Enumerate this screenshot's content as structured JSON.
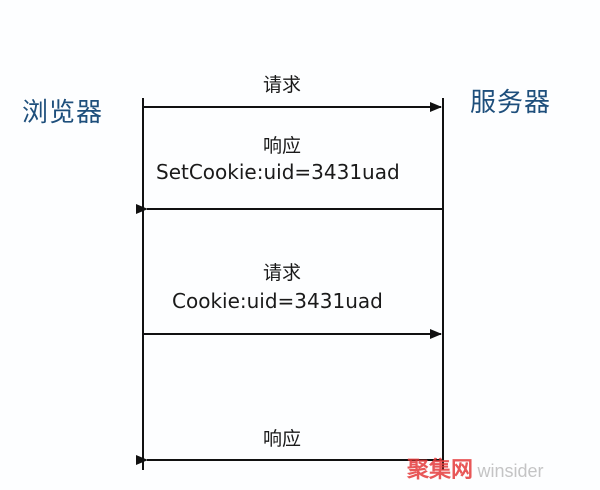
{
  "actors": {
    "left": "浏览器",
    "right": "服务器"
  },
  "messages": [
    {
      "label": "请求",
      "detail": "",
      "direction": "right"
    },
    {
      "label": "响应",
      "detail": "SetCookie:uid=3431uad",
      "direction": "left"
    },
    {
      "label": "请求",
      "detail": "Cookie:uid=3431uad",
      "direction": "right"
    },
    {
      "label": "响应",
      "detail": "",
      "direction": "left"
    }
  ],
  "watermark": {
    "cn": "聚集网",
    "en": "winsider"
  },
  "colors": {
    "actor": "#1e4f7c",
    "line": "#111111",
    "watermark_cn": "#e53b3b",
    "watermark_en": "#bbbbbb"
  }
}
